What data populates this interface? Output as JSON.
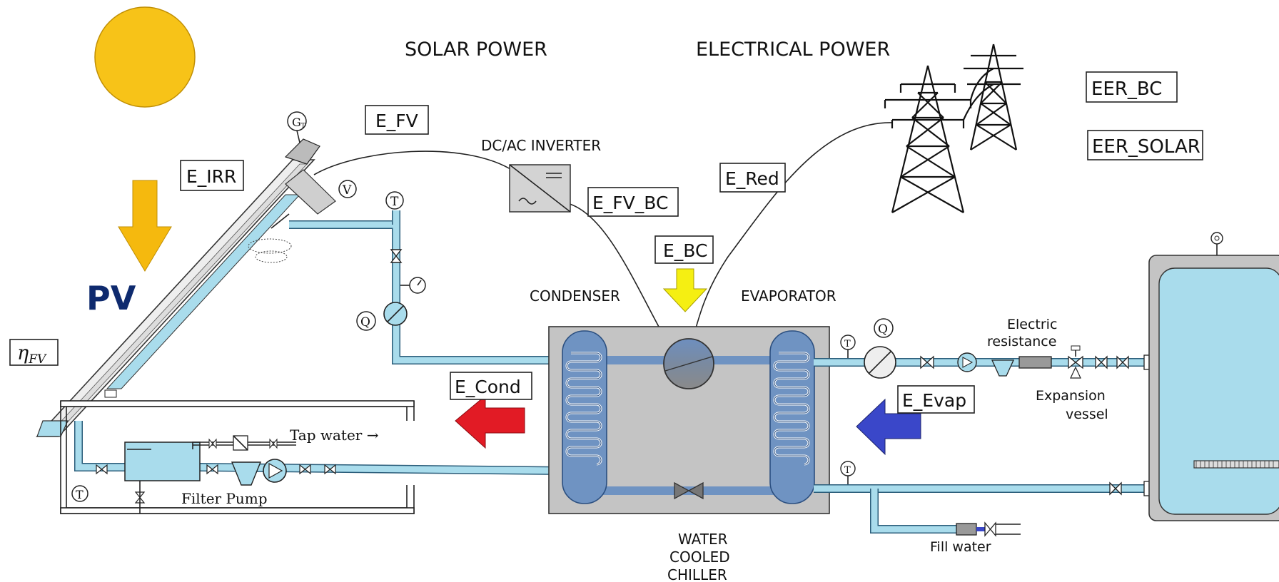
{
  "titles": {
    "solar_power": "SOLAR POWER",
    "electrical_power": "ELECTRICAL POWER"
  },
  "labels": {
    "pv": "PV",
    "dc_ac_inverter": "DC/AC INVERTER",
    "condenser": "CONDENSER",
    "evaporator": "EVAPORATOR",
    "chiller_line1": "WATER",
    "chiller_line2": "COOLED",
    "chiller_line3": "CHILLER",
    "electric_resistance_line1": "Electric",
    "electric_resistance_line2": "resistance",
    "expansion_vessel_line1": "Expansion",
    "expansion_vessel_line2": "vessel",
    "fill_water": "Fill water",
    "tap_water": "Tap water →",
    "filter_pump": "Filter Pump"
  },
  "boxes": {
    "e_fv": "E_FV",
    "e_irr": "E_IRR",
    "e_fv_bc": "E_FV_BC",
    "e_red": "E_Red",
    "e_bc": "E_BC",
    "e_cond": "E_Cond",
    "e_evap": "E_Evap",
    "eer_bc": "EER_BC",
    "eer_solar": "EER_SOLAR",
    "eta_fv_symbol": "η",
    "eta_fv_subscript": "FV"
  },
  "sensors": {
    "g": "G",
    "g_sub": "T",
    "v": "V",
    "t": "T",
    "q": "Q"
  },
  "arrows": {
    "irradiance": "irradiance-down-arrow",
    "bc": "power-down-arrow",
    "cond": "heat-rejection-arrow",
    "evap": "heat-absorption-arrow"
  },
  "colors": {
    "sun": "#f7c318",
    "irr_arrow": "#f5b90e",
    "bc_arrow": "#f5ef12",
    "cond_arrow": "#e21b25",
    "evap_arrow": "#3a47c9",
    "pv_text": "#0e2a6e",
    "water": "#a9dcec",
    "chiller_body": "#c4c4c4",
    "coil": "#6f93c2"
  }
}
